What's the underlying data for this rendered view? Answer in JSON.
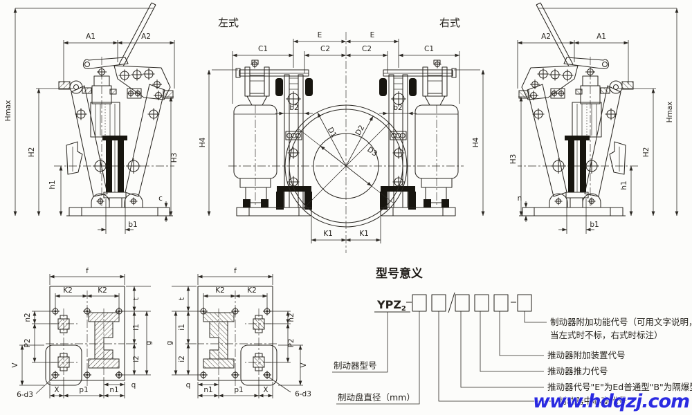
{
  "drawing": {
    "dim_labels": {
      "a1": "A1",
      "a2": "A2",
      "hmax": "Hmax",
      "h2": "H2",
      "h3": "H3",
      "h1": "h1",
      "c": "c",
      "n": "n",
      "b1": "b1",
      "b2": "b2",
      "e": "E",
      "c1": "C1",
      "c2": "C2",
      "d1": "D1",
      "d2": "D2",
      "d3": "D3",
      "h4": "H4",
      "k1": "K1",
      "f": "f",
      "k2": "K2",
      "t": "t",
      "n2": "n2",
      "p2": "P2",
      "v": "V",
      "i1": "i1",
      "i2": "i2",
      "g": "g",
      "q": "q",
      "x": "X",
      "p1": "p1",
      "n1": "n1",
      "hole_callout": "6-d3"
    },
    "view_labels": {
      "left_type": "左式",
      "right_type": "右式"
    }
  },
  "model_legend": {
    "title": "型号意义",
    "code_prefix": "YPZ",
    "code_subscript": "2",
    "callouts": {
      "brake_model": "制动器型号",
      "disc_diameter": "制动盘直径（mm）",
      "center_height": "制动器中心高代号",
      "thruster_code": "推动器代号\"E\"为Ed普通型\"B\"为隔爆型",
      "thruster_force": "推动器推力代号",
      "thruster_attachment": "推动器附加装置代号",
      "brake_function_line1": "制动器附加功能代号（可用文字说明，",
      "brake_function_line2": "当左式时不标，右式时标注）"
    }
  },
  "watermark": {
    "text": "www.hdqzj.com",
    "color": "#1b1bdf"
  }
}
